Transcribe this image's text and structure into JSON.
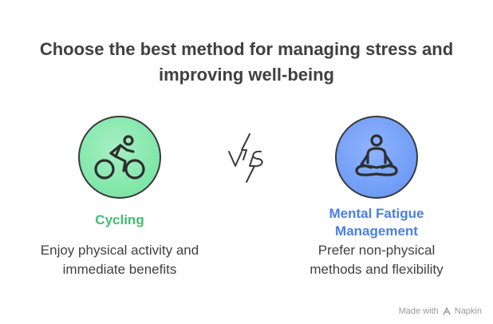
{
  "title": {
    "line1": "Choose the best method for managing stress and",
    "line2": "improving well-being"
  },
  "options": [
    {
      "name": "Cycling",
      "icon": "cyclist-icon",
      "color": "#7ee6a8",
      "label_color": "#3fbf73",
      "description": [
        "Enjoy physical activity and",
        "immediate benefits"
      ]
    },
    {
      "name_lines": [
        "Mental Fatigue",
        "Management"
      ],
      "icon": "meditation-icon",
      "color": "#6f9cf5",
      "label_color": "#4b7fe6",
      "description": [
        "Prefer non-physical",
        "methods and flexibility"
      ]
    }
  ],
  "vs_text": "VS",
  "footer": {
    "made_with": "Made with",
    "brand": "Napkin"
  }
}
